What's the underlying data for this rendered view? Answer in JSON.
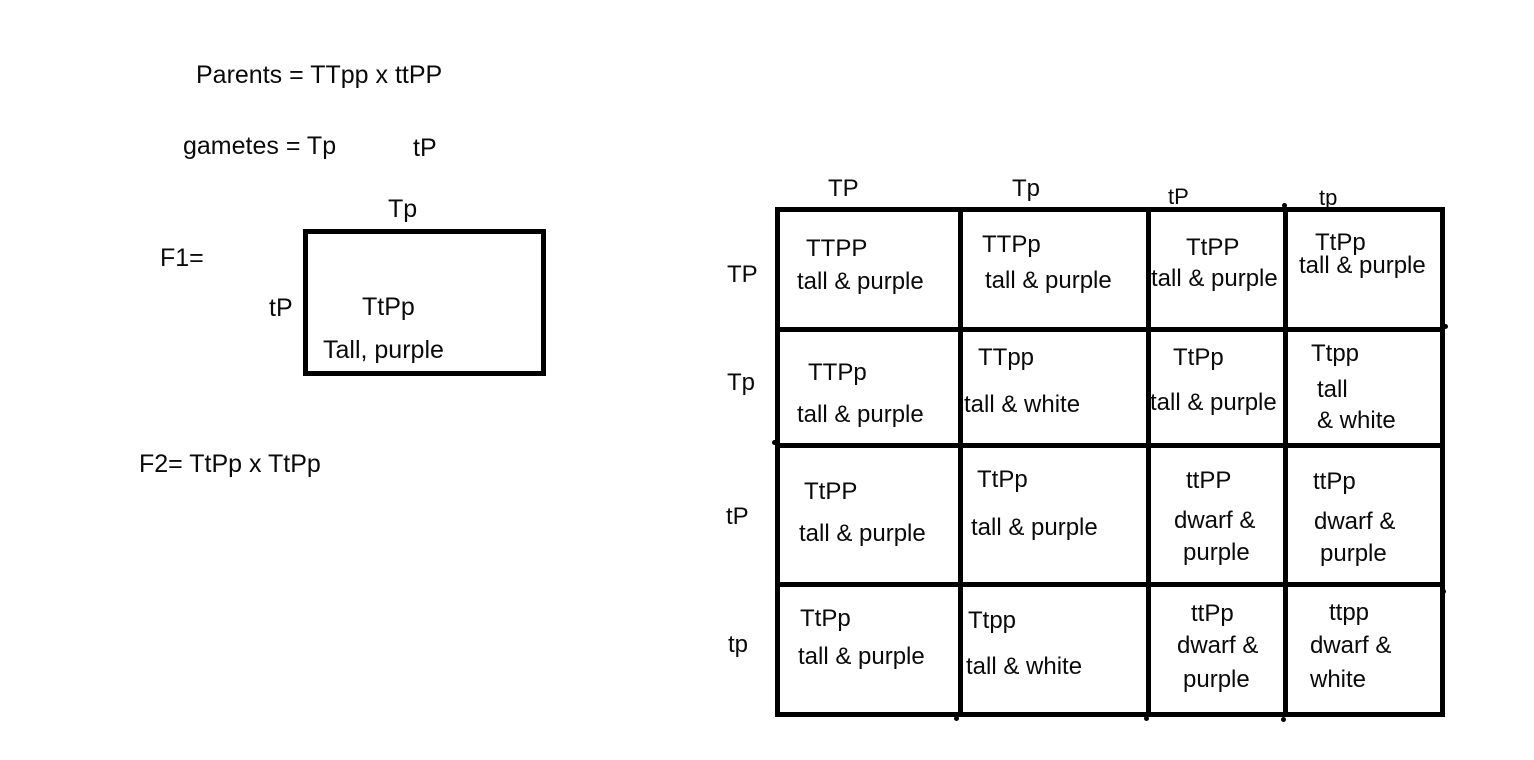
{
  "worksheet": {
    "parents_line": "Parents =  TTpp x ttPP",
    "gametes_label": "gametes = Tp",
    "gametes_second": "tP",
    "f1_label": "F1=",
    "f1_top_gamete": "Tp",
    "f1_left_gamete": "tP",
    "f1_genotype": "TtPp",
    "f1_phenotype": "Tall, purple",
    "f2_line": "F2= TtPp    x     TtPp"
  },
  "punnett": {
    "column_headers": [
      "TP",
      "Tp",
      "tP",
      "tp"
    ],
    "row_headers": [
      "TP",
      "Tp",
      "tP",
      "tp"
    ],
    "cells": [
      [
        {
          "genotype": "TTPP",
          "phenotype": "tall & purple"
        },
        {
          "genotype": "TTPp",
          "phenotype": "tall & purple"
        },
        {
          "genotype": "TtPP",
          "phenotype": "tall & purple"
        },
        {
          "genotype": "TtPp",
          "phenotype": "tall & purple"
        }
      ],
      [
        {
          "genotype": "TTPp",
          "phenotype": "tall & purple"
        },
        {
          "genotype": "TTpp",
          "phenotype": "tall & white"
        },
        {
          "genotype": "TtPp",
          "phenotype": "tall & purple"
        },
        {
          "genotype": "Ttpp",
          "phenotype": "tall",
          "phenotype2": "& white"
        }
      ],
      [
        {
          "genotype": "TtPP",
          "phenotype": "tall & purple"
        },
        {
          "genotype": "TtPp",
          "phenotype": "tall & purple"
        },
        {
          "genotype": "ttPP",
          "phenotype": "dwarf &",
          "phenotype2": "purple"
        },
        {
          "genotype": "ttPp",
          "phenotype": "dwarf &",
          "phenotype2": "purple"
        }
      ],
      [
        {
          "genotype": "TtPp",
          "phenotype": "tall & purple"
        },
        {
          "genotype": "Ttpp",
          "phenotype": "tall & white"
        },
        {
          "genotype": "ttPp",
          "phenotype": "dwarf &",
          "phenotype2": "purple"
        },
        {
          "genotype": "ttpp",
          "phenotype": "dwarf &",
          "phenotype2": "white"
        }
      ]
    ]
  },
  "colors": {
    "ink": "#0a0a0a",
    "line": "#000000",
    "paper": "#ffffff"
  }
}
